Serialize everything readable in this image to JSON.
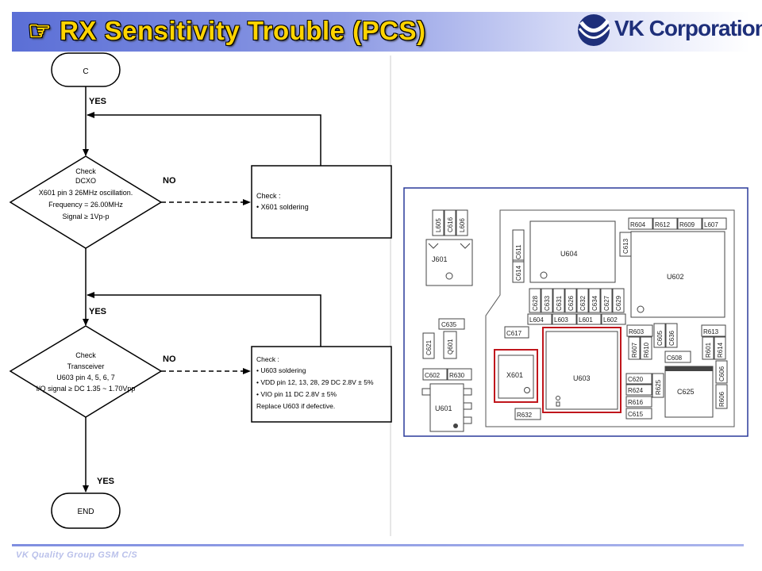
{
  "header": {
    "title": "RX Sensitivity Trouble (PCS)",
    "title_icon": "pointing-hand-icon",
    "logo_text": "VK Corporation",
    "accent_color": "#5b6fd6",
    "title_color": "#ffd400"
  },
  "footer": {
    "text": "VK Quality Group GSM C/S"
  },
  "flowchart": {
    "start_label": "C",
    "end_label": "END",
    "yes_label": "YES",
    "no_label": "NO",
    "decision1": {
      "lines": [
        "Check",
        "DCXO",
        "X601 pin 3 26MHz oscillation.",
        "Frequency = 26.00MHz",
        "Signal ≥ 1Vp-p"
      ]
    },
    "action1": {
      "lines": [
        "Check :",
        "• X601 soldering"
      ]
    },
    "decision2": {
      "lines": [
        "Check",
        "Transceiver",
        "U603 pin 4, 5, 6, 7",
        "I/Q signal ≥ DC 1.35 ~ 1.70Vpp"
      ]
    },
    "action2": {
      "lines": [
        "Check :",
        "• U603 soldering",
        "• VDD pin 12, 13, 28, 29 DC 2.8V ± 5%",
        "• VIO pin 11 DC 2.8V ± 5%",
        "Replace U603 if defective."
      ]
    }
  },
  "pcb": {
    "labels": {
      "l605": "L605",
      "c616": "C616",
      "l606": "L606",
      "j601": "J601",
      "c611": "C611",
      "c614": "C614",
      "u604": "U604",
      "c613": "C613",
      "r604": "R604",
      "r612": "R612",
      "r609": "R609",
      "l607": "L607",
      "u602": "U602",
      "c628": "C628",
      "c633": "C633",
      "c631": "C631",
      "c626": "C626",
      "c632": "C632",
      "c634": "C634",
      "c627": "C627",
      "c629": "C629",
      "l604": "L604",
      "l603": "L603",
      "l601": "L601",
      "l602": "L602",
      "c635": "C635",
      "c621": "C621",
      "q601": "Q601",
      "c617": "C617",
      "r603": "R603",
      "c605": "C605",
      "c636": "C636",
      "r613": "R613",
      "r607": "R607",
      "r610": "R610",
      "c608": "C608",
      "r601": "R601",
      "r614": "R614",
      "c602": "C602",
      "r630": "R630",
      "x601": "X601",
      "u603": "U603",
      "c620": "C620",
      "r624": "R624",
      "r625": "R625",
      "r616": "R616",
      "c615": "C615",
      "c625": "C625",
      "c606": "C606",
      "r606": "R606",
      "u601": "U601",
      "r632": "R632"
    },
    "highlight_color": "#c0161c",
    "border_color": "#2a3a9a"
  }
}
